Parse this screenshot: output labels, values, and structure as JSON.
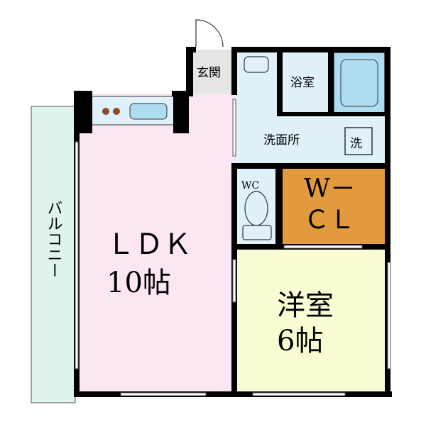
{
  "plan": {
    "rooms": {
      "ldk": {
        "name": "ＬＤＫ",
        "size": "10帖"
      },
      "western": {
        "name": "洋室",
        "size": "6帖"
      },
      "wcl": {
        "line1": "W－",
        "line2": "ＣＬ"
      },
      "entrance": {
        "name": "玄関"
      },
      "bath": {
        "name": "浴室"
      },
      "washroom": {
        "name": "洗面所"
      },
      "toilet": {
        "name": "WC"
      },
      "balcony": {
        "name": "バルコニー"
      }
    },
    "fixtures": {
      "washer": "洗"
    },
    "colors": {
      "ldk": "#fce6f4",
      "western": "#fcfcd4",
      "wcl": "#e39a3e",
      "wet": "#e0f1f9",
      "entrance": "#e5e5e5",
      "balcony": "#dff3ef",
      "bathtub": "#aedcf0",
      "walls": "#000000"
    }
  }
}
